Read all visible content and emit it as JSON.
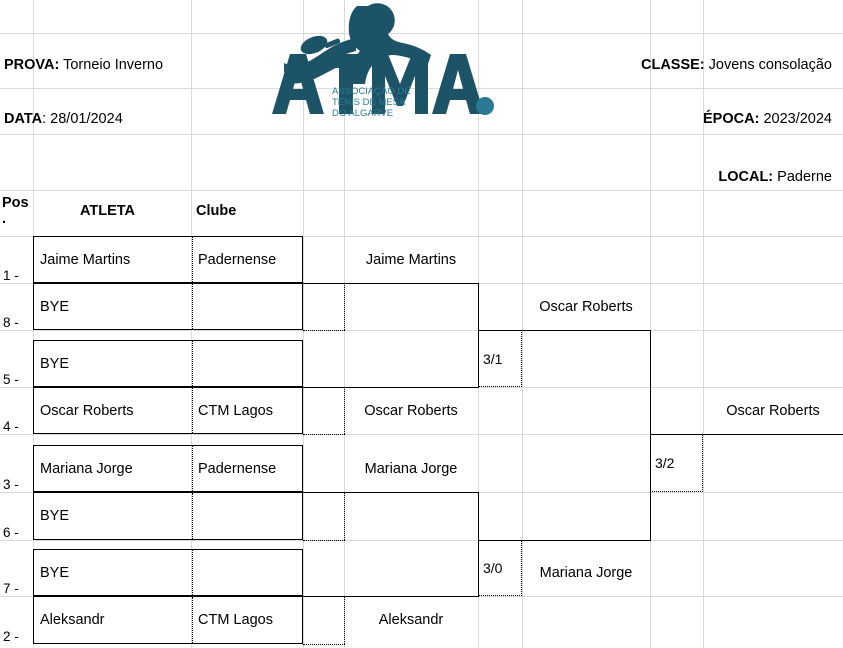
{
  "header": {
    "prova_label": "PROVA:",
    "prova_value": "Torneio Inverno",
    "data_label": "DATA",
    "data_value": ": 28/01/2024",
    "classe_label": "CLASSE:",
    "classe_value": "Jovens consolação",
    "epoca_label": "ÉPOCA:",
    "epoca_value": "2023/2024",
    "local_label": "LOCAL:",
    "local_value": "Paderne"
  },
  "logo": {
    "wordmark": "ATMA.",
    "line1": "ASSOCIAÇÃO DE",
    "line2": "TENIS DE MESA",
    "line3": "DO ALGARVE",
    "color": "#1c5366",
    "accent": "#2b7a94"
  },
  "columns": {
    "pos_line1": "Pos",
    "pos_line2": ".",
    "atleta": "ATLETA",
    "clube": "Clube"
  },
  "round1": [
    {
      "seed": "1 -",
      "name": "Jaime Martins",
      "club": "Padernense"
    },
    {
      "seed": "8 -",
      "name": "BYE",
      "club": ""
    },
    {
      "seed": "5 -",
      "name": "BYE",
      "club": ""
    },
    {
      "seed": "4 -",
      "name": "Oscar Roberts",
      "club": "CTM Lagos"
    },
    {
      "seed": "3 -",
      "name": "Mariana Jorge",
      "club": "Padernense"
    },
    {
      "seed": "6 -",
      "name": "BYE",
      "club": ""
    },
    {
      "seed": "7 -",
      "name": "BYE",
      "club": ""
    },
    {
      "seed": "2 -",
      "name": "Aleksandr",
      "club": "CTM Lagos"
    }
  ],
  "round2": [
    {
      "winner": "Jaime Martins",
      "score": ""
    },
    {
      "winner": "Oscar Roberts",
      "score": ""
    },
    {
      "winner": "Mariana Jorge",
      "score": ""
    },
    {
      "winner": "Aleksandr",
      "score": ""
    }
  ],
  "round3": [
    {
      "winner": "Oscar Roberts",
      "score": "3/1"
    },
    {
      "winner": "Mariana Jorge",
      "score": "3/0"
    }
  ],
  "round4": [
    {
      "winner": "Oscar Roberts",
      "score": "3/2"
    }
  ]
}
